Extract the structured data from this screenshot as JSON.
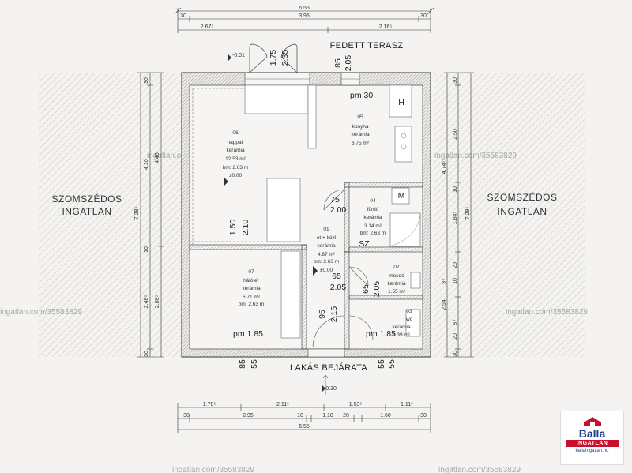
{
  "top_dims": {
    "overall": "6.55",
    "left_margin": "30",
    "inner": "3.95",
    "right_margin": "30",
    "seg_left": "2.67⁵",
    "seg_right": "2.16⁵"
  },
  "bottom_dims": {
    "seg_a": "1.78⁵",
    "seg_b": "2.11⁵",
    "seg_c": "1.53⁵",
    "seg_d": "1.11⁵",
    "det": [
      "30",
      "2.95",
      "10",
      "1.10",
      "20",
      "1.60",
      "30"
    ],
    "overall": "6.55"
  },
  "terrace": {
    "label": "FEDETT TERASZ",
    "door_w": "1.75",
    "door_h": "2.35",
    "win_w": "85",
    "win_h": "2.05",
    "level": "-0.01",
    "pm": "pm 30"
  },
  "rooms": [
    {
      "num": "06",
      "name": "nappali",
      "floor": "kerámia",
      "area": "12.53 m²",
      "height": "bm: 2.63 m",
      "level": "±0.00"
    },
    {
      "num": "05",
      "name": "konyha",
      "floor": "kerámia",
      "area": "6.75 m²"
    },
    {
      "num": "04",
      "name": "fürdő",
      "floor": "kerámia",
      "area": "3.14 m²",
      "height": "bm: 2.63 m"
    },
    {
      "num": "01",
      "name": "et + közl",
      "floor": "kerámia",
      "area": "4.87 m²",
      "height": "bm: 2.63 m",
      "level": "±0.00"
    },
    {
      "num": "07",
      "name": "hálótér",
      "floor": "kerámia",
      "area": "6.71 m²",
      "height": "bm: 2.63 m"
    },
    {
      "num": "02",
      "name": "mosdó",
      "floor": "kerámia",
      "area": "1.55 m²"
    },
    {
      "num": "03",
      "name": "wc",
      "floor": "kerámia",
      "area": "1.39 m²"
    }
  ],
  "openings": {
    "bath_door_w": "75",
    "bath_door_h": "2.00",
    "living_open_w": "1.50",
    "living_open_h": "2.10",
    "hall_door_w": "65",
    "hall_door_h": "2.05",
    "entry_w": "95",
    "entry_h": "2.15",
    "wc_w": "65",
    "wc_h": "2.05",
    "pm_bed": "pm 1.85",
    "pm_wc": "pm 1.85",
    "sill_l1": "85",
    "sill_l2": "55",
    "sill_r1": "55",
    "sill_r2": "55",
    "entry_level": "-0.30",
    "m_mark": "M",
    "h_mark": "H",
    "sz_mark": "SZ"
  },
  "entrance": "LAKÁS BEJÁRATA",
  "neighbor_left": [
    "SZOMSZÉDOS",
    "INGATLAN"
  ],
  "neighbor_right": [
    "SZOMSZÉDOS",
    "INGATLAN"
  ],
  "left_dims": {
    "top": "30",
    "upper_a": "4.10",
    "upper_b": "4.40",
    "overall": "7.28⁵",
    "mid": "10",
    "lower_a": "2.48⁵",
    "lower_b": "2.88⁵",
    "bottom": "30"
  },
  "right_dims": {
    "top": "30",
    "a": "2.50",
    "b": "4.74⁵",
    "c": "10",
    "d": "1.84⁵",
    "overall": "7.28⁵",
    "e": "97",
    "f": "20",
    "g": "10",
    "h": "2.54",
    "i": "87",
    "j": "20",
    "bottom": "30"
  },
  "watermark": "ingatlan.com/35583829",
  "logo": {
    "brand": "Balla",
    "sub": "INGATLAN",
    "url": "ballaingatlan.hu",
    "red": "#c8102e",
    "blue": "#1f3f8f"
  }
}
